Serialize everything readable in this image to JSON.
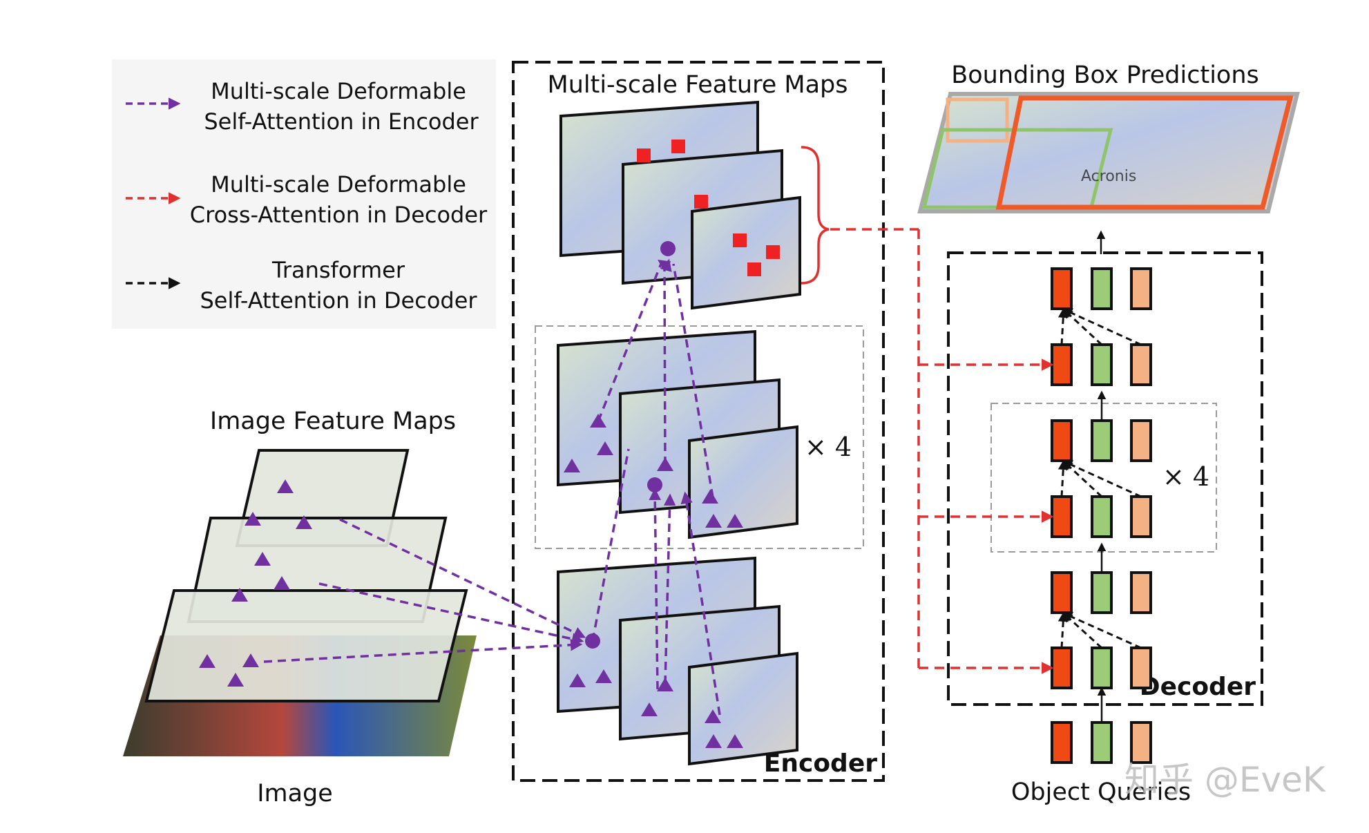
{
  "legend": {
    "items": [
      {
        "line1": "Multi-scale Deformable",
        "line2": "Self-Attention in Encoder",
        "color": "#7030a0"
      },
      {
        "line1": "Multi-scale Deformable",
        "line2": "Cross-Attention in Decoder",
        "color": "#e03030"
      },
      {
        "line1": "Transformer",
        "line2": "Self-Attention in Decoder",
        "color": "#111111"
      }
    ]
  },
  "encoder": {
    "title": "Multi-scale Feature Maps",
    "label": "Encoder",
    "repeat": "× 4"
  },
  "image_features": {
    "title": "Image Feature Maps",
    "image_label": "Image",
    "jersey_text": "Acronis"
  },
  "decoder": {
    "title": "Bounding Box Predictions",
    "label": "Decoder",
    "repeat": "× 4",
    "queries_label": "Object Queries"
  },
  "watermark": "知乎 @EveK",
  "colors": {
    "encoder_attention": "#7030a0",
    "decoder_cross_attention": "#e03030",
    "decoder_self_attention": "#111111",
    "query_red": "#f04a14",
    "query_green": "#9ccc78",
    "query_peach": "#f4b183",
    "box_orange": "#f4b183",
    "box_green": "#8fc46a",
    "box_red": "#f05a28"
  }
}
